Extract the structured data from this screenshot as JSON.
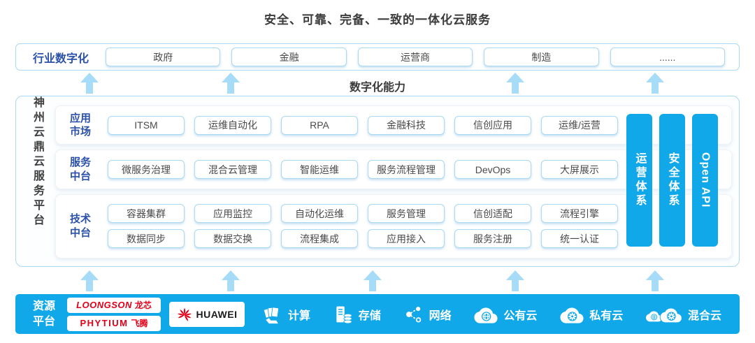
{
  "title": "安全、可靠、完备、一致的一体化云服务",
  "industry": {
    "label": "行业数字化",
    "items": [
      "政府",
      "金融",
      "运营商",
      "制造",
      "......"
    ]
  },
  "capability_label": "数字化能力",
  "platform": {
    "name": "神州云鼎云服务平台",
    "rows": [
      {
        "label": "应用市场",
        "items": [
          "ITSM",
          "运维自动化",
          "RPA",
          "金融科技",
          "信创应用",
          "运维/运营"
        ]
      },
      {
        "label": "服务中台",
        "items": [
          "微服务治理",
          "混合云管理",
          "智能运维",
          "服务流程管理",
          "DevOps",
          "大屏展示"
        ]
      },
      {
        "label": "技术中台",
        "lines": [
          [
            "容器集群",
            "应用监控",
            "自动化运维",
            "服务管理",
            "信创适配",
            "流程引擎"
          ],
          [
            "数据同步",
            "数据交换",
            "流程集成",
            "应用接入",
            "服务注册",
            "统一认证"
          ]
        ]
      }
    ],
    "pillars": [
      "运营体系",
      "安全体系",
      "Open API"
    ]
  },
  "resources": {
    "label": "资源平台",
    "vendors": {
      "loongson": {
        "brand": "LOONGSON",
        "cn": "龙芯"
      },
      "phytium": {
        "brand": "PHYTIUM",
        "cn": "飞腾"
      },
      "huawei": {
        "brand": "HUAWEI"
      }
    },
    "items": [
      {
        "icon": "compute-icon",
        "label": "计算"
      },
      {
        "icon": "storage-icon",
        "label": "存储"
      },
      {
        "icon": "network-icon",
        "label": "网络"
      },
      {
        "icon": "public-cloud-icon",
        "label": "公有云"
      },
      {
        "icon": "private-cloud-icon",
        "label": "私有云"
      },
      {
        "icon": "hybrid-cloud-icon",
        "label": "混合云"
      }
    ]
  },
  "colors": {
    "accent_blue": "#10a8e9",
    "arrow_blue": "#a6dcf7",
    "deep_blue_label": "#2b52a8",
    "light_blue_border": "#a9d9f3",
    "dark_text": "#3b3b3b",
    "item_text": "#4a4a4a",
    "vendor_red": "#e2001a"
  }
}
